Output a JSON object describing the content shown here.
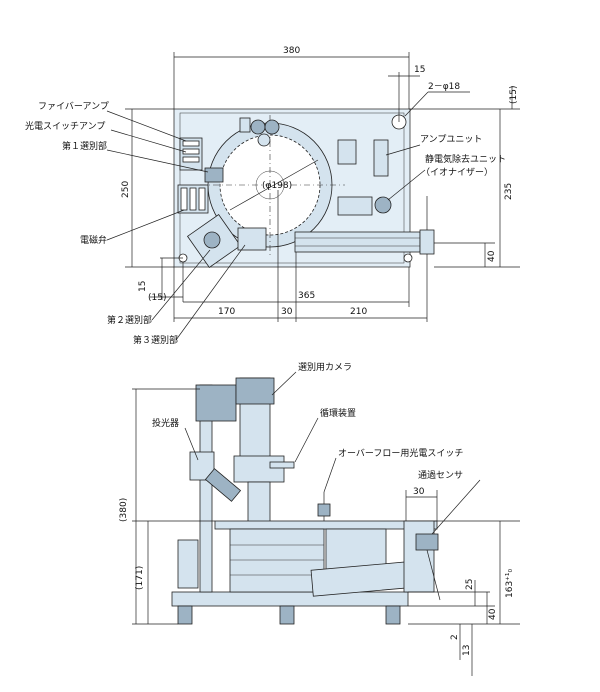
{
  "top_view": {
    "dims": {
      "width_total": "380",
      "d15_top": "15",
      "hole": "2－φ18",
      "d15_right": "(15)",
      "height_left": "250",
      "height_right": "235",
      "d40_right": "40",
      "d15_left": "15",
      "d15_bottom": "(15)",
      "d365": "365",
      "d170": "170",
      "d30": "30",
      "d210": "210",
      "diameter": "(φ198)"
    },
    "labels": {
      "fiber_amp": "ファイバーアンプ",
      "photo_switch_amp": "光電スイッチアンプ",
      "sel1": "第１選別部",
      "solenoid": "電磁弁",
      "sel2": "第２選別部",
      "sel3": "第３選別部",
      "amp_unit": "アンプユニット",
      "static_unit": "静電気除去ユニット",
      "ionizer": "（イオナイザー）"
    }
  },
  "side_view": {
    "dims": {
      "h380": "(380)",
      "h171": "(171)",
      "d30": "30",
      "tol": "163⁺¹₀",
      "d25": "25",
      "d40": "40",
      "d2": "2",
      "d13": "13"
    },
    "labels": {
      "camera": "選別用カメラ",
      "circulation": "循環装置",
      "projector": "投光器",
      "overflow": "オーバーフロー用光電スイッチ",
      "pass_sensor": "通過センサ"
    }
  }
}
